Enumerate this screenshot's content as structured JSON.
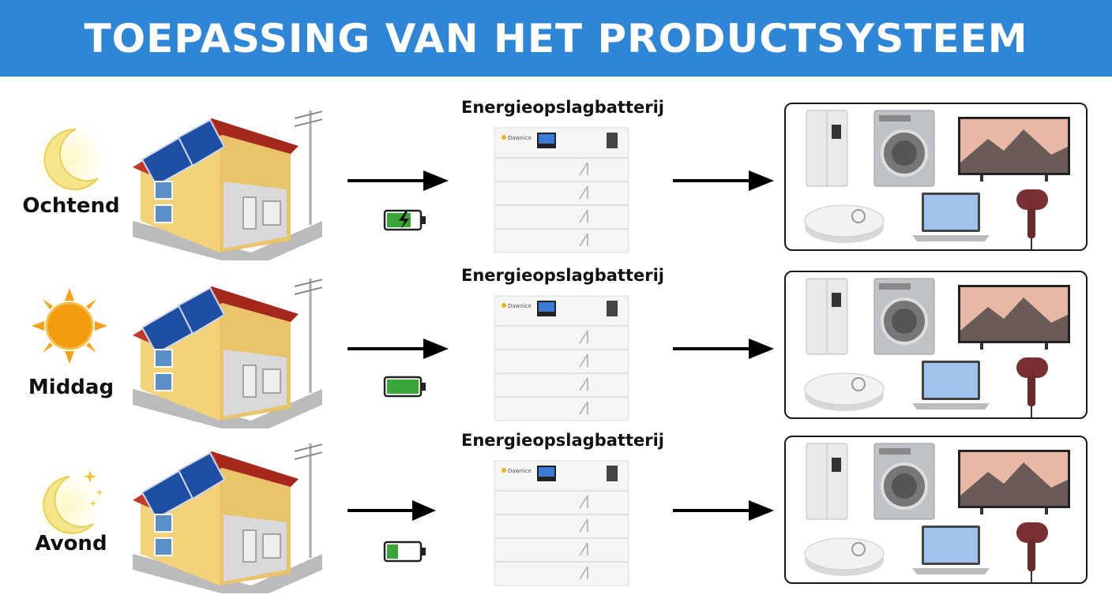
{
  "header": {
    "title": "TOEPASSING VAN HET PRODUCTSYSTEEM"
  },
  "rows": [
    {
      "time_label": "Ochtend",
      "time_icon": "crescent-moon-icon",
      "battery_title": "Energieopslagbatterij",
      "charge_state": "charging",
      "brand": "Dawnice"
    },
    {
      "time_label": "Middag",
      "time_icon": "sun-icon",
      "battery_title": "Energieopslagbatterij",
      "charge_state": "full",
      "brand": "Dawnice"
    },
    {
      "time_label": "Avond",
      "time_icon": "moon-stars-icon",
      "battery_title": "Energieopslagbatterij",
      "charge_state": "low",
      "brand": "Dawnice"
    }
  ],
  "colors": {
    "banner": "#2f86d6",
    "battery_green": "#3aa63a",
    "sun": "#f7a21b",
    "moon": "#f6e68a",
    "roof": "#c0392b",
    "wall": "#f3d27a"
  }
}
